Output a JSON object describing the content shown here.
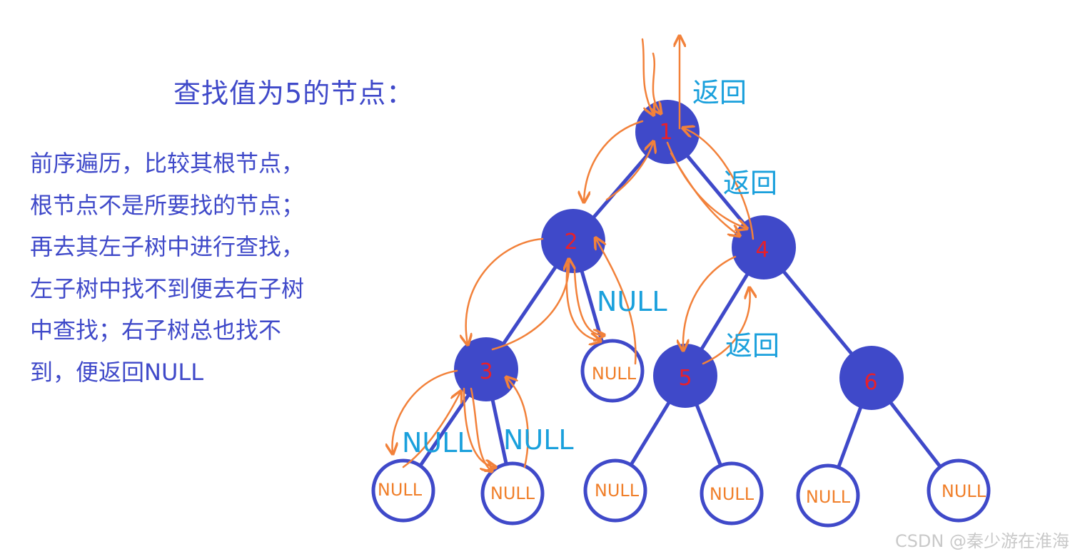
{
  "title": "查找值为5的节点：",
  "description_lines": [
    "前序遍历，比较其根节点，",
    "根节点不是所要找的节点；",
    "再去其左子树中进行查找，",
    "左子树中找不到便去右子树",
    "中查找；右子树总也找不",
    "到，便返回NULL"
  ],
  "tree": {
    "nodes": [
      {
        "id": "n1",
        "label": "1",
        "kind": "filled"
      },
      {
        "id": "n2",
        "label": "2",
        "kind": "filled"
      },
      {
        "id": "n4",
        "label": "4",
        "kind": "filled"
      },
      {
        "id": "n3",
        "label": "3",
        "kind": "filled"
      },
      {
        "id": "n2r",
        "label": "NULL",
        "kind": "null"
      },
      {
        "id": "n5",
        "label": "5",
        "kind": "filled"
      },
      {
        "id": "n6",
        "label": "6",
        "kind": "filled"
      },
      {
        "id": "n3l",
        "label": "NULL",
        "kind": "null"
      },
      {
        "id": "n3r",
        "label": "NULL",
        "kind": "null"
      },
      {
        "id": "n5l",
        "label": "NULL",
        "kind": "null"
      },
      {
        "id": "n5r",
        "label": "NULL",
        "kind": "null"
      },
      {
        "id": "n6l",
        "label": "NULL",
        "kind": "null"
      },
      {
        "id": "n6r",
        "label": "NULL",
        "kind": "null"
      }
    ],
    "edges": [
      [
        "n1",
        "n2"
      ],
      [
        "n1",
        "n4"
      ],
      [
        "n2",
        "n3"
      ],
      [
        "n2",
        "n2r"
      ],
      [
        "n4",
        "n5"
      ],
      [
        "n4",
        "n6"
      ],
      [
        "n3",
        "n3l"
      ],
      [
        "n3",
        "n3r"
      ],
      [
        "n5",
        "n5l"
      ],
      [
        "n5",
        "n5r"
      ],
      [
        "n6",
        "n6l"
      ],
      [
        "n6",
        "n6r"
      ]
    ]
  },
  "annotations": {
    "return_1": "返回",
    "return_4": "返回",
    "return_5": "返回",
    "null_2": "NULL",
    "null_3l": "NULL",
    "null_3r": "NULL"
  },
  "watermark": "CSDN @秦少游在淮海",
  "colors": {
    "node_fill": "#3f49c9",
    "edge": "#3f49c9",
    "node_label": "#e8202a",
    "null_text": "#f07f2a",
    "arrow": "#f2813a",
    "annotation": "#1aa0dc",
    "text": "#3f49c9"
  }
}
